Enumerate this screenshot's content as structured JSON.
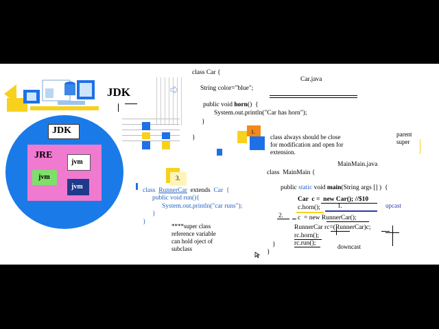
{
  "diagram": {
    "jdk_heading": "JDK",
    "circle": {
      "jdk_label": "JDK",
      "jre_label": "JRE",
      "jvm_labels": [
        "jvm",
        "jvm",
        "jvm"
      ]
    },
    "car_class": {
      "decl": "class Car {",
      "field": "String color=\"blue\";",
      "method_prefix": "public void ",
      "method_name": "horn",
      "method_suffix": "()  {",
      "println": "System.out.println(\"Car has horn\");",
      "close_method": "}",
      "close_class": "}"
    },
    "car_file": "Car.java",
    "note_1_num": "1.",
    "note_1": "class always should be close\nfor modification and open for\nextension.",
    "parent_label": "parent\nsuper",
    "mainmain_file": "MainMain.java",
    "main_class": {
      "decl": "class  MainMain {",
      "main_pre": "public ",
      "main_static": "static",
      "main_mid": " void ",
      "main_name": "main",
      "main_post": "(String args [] )  {",
      "car_line": "Car  c =  new Car(); //$10",
      "horn_line": "c.horn();",
      "num_1": "1.",
      "upcast_label": "upcast",
      "num_2": "2.",
      "runnercar_line": "c  = new RunnerCar();",
      "downcast_decl": "RunnerCar rc=(RunnerCar)c;",
      "rc_horn": "rc.horn();",
      "rc_run": "rc.run();",
      "downcast_label": "downcast",
      "close_method": "}",
      "close_class": "}"
    },
    "note_3_num": "3.",
    "runner_class": {
      "decl_pre": "class  ",
      "decl_name": "RunnerCar",
      "decl_mid": "  extends  ",
      "decl_parent": "Car",
      "decl_post": "  {",
      "run_decl": "public void run(){",
      "println": "System.out.println(\"car runs\");",
      "close_method": "}",
      "close_class": "}"
    },
    "super_note": "****super class\nreference variable\ncan hold oject of\nsubclass"
  },
  "colors": {
    "circle": "#1a7be8",
    "jre_box": "#f07ad0",
    "jvm_green": "#7ee06a",
    "jvm_navy": "#1f3a8a",
    "accent_yellow": "#f7d11e",
    "accent_orange": "#f28a1b",
    "accent_blue": "#1e70e6",
    "code_blue": "#1f5fbf"
  }
}
